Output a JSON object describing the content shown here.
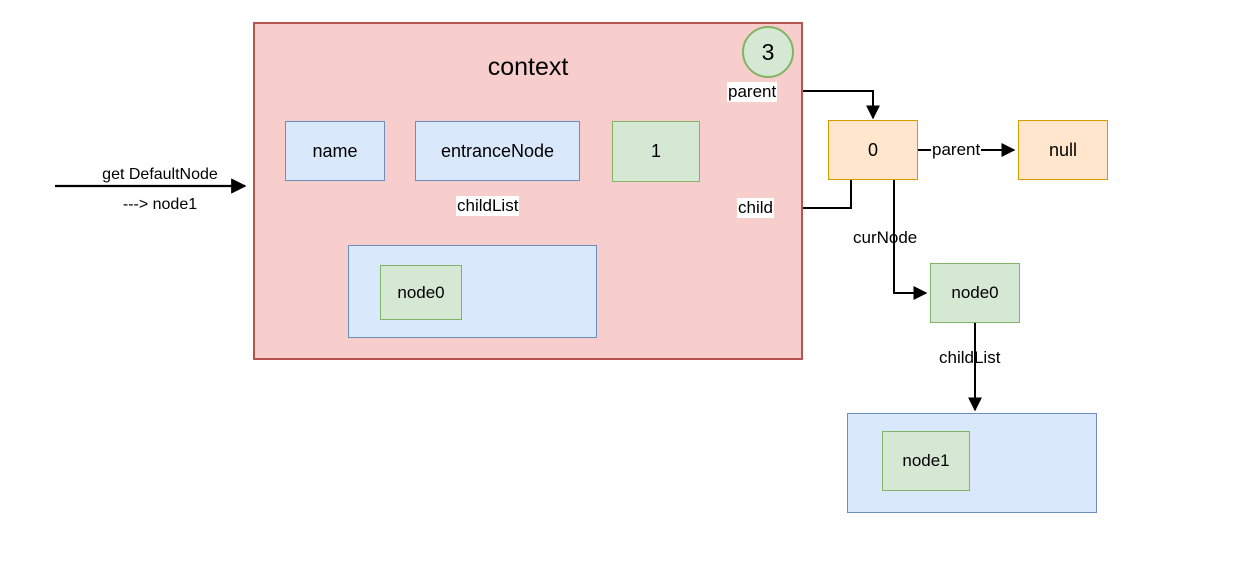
{
  "diagram": {
    "title": "context",
    "step_badge": "3",
    "colors": {
      "context_fill": "#f8cecc",
      "context_stroke": "#b85450",
      "blue_fill": "#dae8fc",
      "blue_stroke": "#6c8ebf",
      "green_fill": "#d5e8d4",
      "green_stroke": "#82b366",
      "orange_fill": "#ffe6cc",
      "orange_stroke": "#d79b00",
      "edge": "#000000"
    },
    "entry": {
      "line1": "get DefaultNode",
      "line2": "---> node1"
    },
    "context_fields": {
      "name": "name",
      "entrance_node": "entranceNode",
      "child_list_label": "childList",
      "stack_one": "1",
      "list_item": "node0"
    },
    "outside": {
      "stack_zero": "0",
      "null_node": "null",
      "parent_label_top": "parent",
      "parent_label_null": "parent",
      "child_label": "child",
      "cur_node_label": "curNode",
      "cur_node_value": "node0",
      "child_list_label": "childList",
      "list_item": "node1"
    }
  }
}
